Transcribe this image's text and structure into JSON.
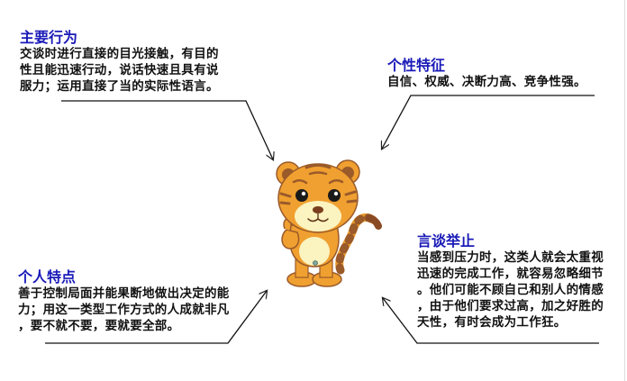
{
  "sections": {
    "main_behavior": {
      "title": "主要行为",
      "lines": [
        "交谈时进行直接的目光接触，有目的",
        "性且能迅速行动，说话快速且具有说",
        "服力；运用直接了当的实际性语言。"
      ]
    },
    "personality": {
      "title": "个性特征",
      "lines": [
        "自信、权威、决断力高、竞争性强。"
      ]
    },
    "speech_manner": {
      "title": "言谈举止",
      "lines": [
        "当感到压力时，这类人就会太重视",
        "迅速的完成工作，就容易忽略细节",
        "。他们可能不顾自己和别人的情感",
        "，由于他们要求过高，加之好胜的",
        "天性，有时会成为工作狂。"
      ]
    },
    "personal_traits": {
      "title": "个人特点",
      "lines": [
        "善于控制局面并能果断地做出决定的能",
        "力；用这一类型工作方式的人成就非凡",
        "，要不就不要，要就要全部。"
      ]
    }
  },
  "center_image": {
    "subject": "tiger-mascot-thumbs-up"
  },
  "colors": {
    "heading": "#1a1ab8",
    "body_text": "#111111",
    "tiger_orange": "#f0a030",
    "tiger_stripe": "#9a5a2a",
    "tiger_belly": "#fbf3c0"
  }
}
